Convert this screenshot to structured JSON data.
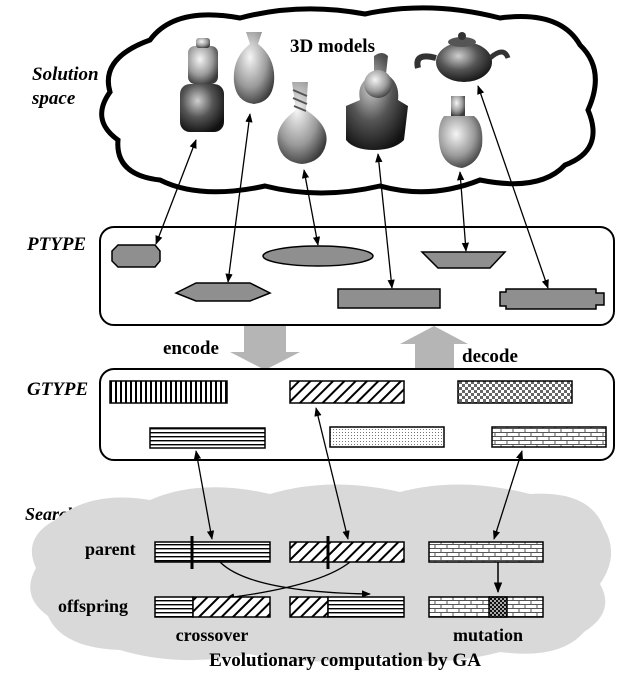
{
  "regions": {
    "solution_space": "Solution space",
    "ptype": "PTYPE",
    "gtype": "GTYPE",
    "search_space": "Search space"
  },
  "labels": {
    "models": "3D models",
    "encode": "encode",
    "decode": "decode",
    "parent": "parent",
    "offspring": "offspring",
    "crossover": "crossover",
    "mutation": "mutation",
    "footer": "Evolutionary computation by GA"
  },
  "colors": {
    "shape_fill": "#8f8f8f",
    "cloud_fill": "#d9d9d9",
    "arrow_fill": "#b5b5b5",
    "mutation_mark": "#333333"
  }
}
